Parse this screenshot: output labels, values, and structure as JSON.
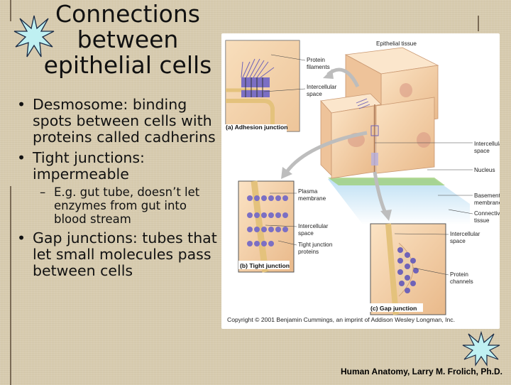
{
  "slide": {
    "title_lines": [
      "Connections",
      "between",
      "epithelial cells"
    ],
    "bullets": {
      "desmosome": "Desmosome:  binding spots between cells with proteins called cadherins",
      "tight": "Tight junctions: impermeable",
      "tight_sub": "E.g. gut tube, doesn’t let enzymes from gut into blood stream",
      "gap": "Gap junctions:  tubes that let small molecules pass between cells"
    },
    "footer": "Human Anatomy, Larry M. Frolich, Ph.D."
  },
  "figure": {
    "heading": "Epithelial tissue",
    "labels": {
      "protein_filaments_1": "Protein",
      "protein_filaments_2": "filaments",
      "intercellular_a1": "Intercellular",
      "intercellular_a2": "space",
      "intercellular_main1": "Intercellular",
      "intercellular_main2": "space",
      "nucleus": "Nucleus",
      "basement1": "Basement",
      "basement2": "membrane",
      "connective1": "Connective",
      "connective2": "tissue",
      "plasma1": "Plasma",
      "plasma2": "membrane",
      "intercellular_b1": "Intercellular",
      "intercellular_b2": "space",
      "tjp1": "Tight junction",
      "tjp2": "proteins",
      "intercellular_c1": "Intercellular",
      "intercellular_c2": "space",
      "channels1": "Protein",
      "channels2": "channels"
    },
    "captions": {
      "a": "(a) Adhesion junction",
      "b": "(b) Tight junction",
      "c": "(c) Gap junction"
    },
    "copyright": "Copyright © 2001 Benjamin Cummings, an imprint of Addison Wesley Longman, Inc."
  },
  "icons": [
    "starburst-icon",
    "starburst-icon"
  ],
  "colors": {
    "background": "#d8ccb0",
    "cell": "#f3d2a8",
    "junction": "#6f63b8",
    "connective": "#cfe7f7"
  }
}
